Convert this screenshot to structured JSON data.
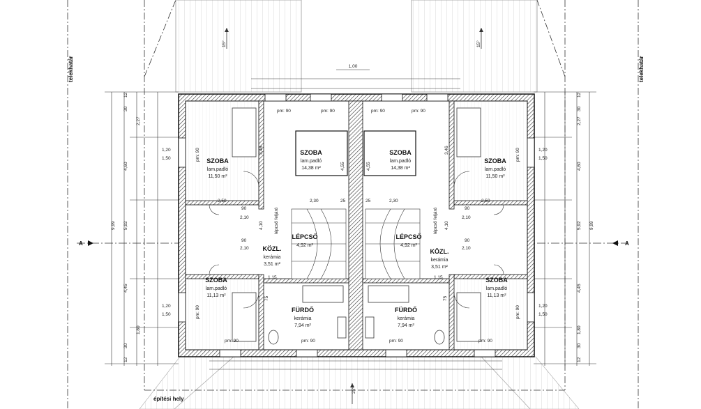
{
  "labels": {
    "property_line": "telekhatár",
    "building_area": "építési hely",
    "section_mark": "A",
    "roof_angle_15": "15°",
    "roof_angle_25": "25°",
    "pm90": "pm: 90",
    "stair_box": "lépcső feljáró"
  },
  "rooms": {
    "szoba_top_left": {
      "name": "SZOBA",
      "floor": "lam.padló",
      "area": "11,50 m²"
    },
    "szoba_mid_left": {
      "name": "SZOBA",
      "floor": "lam.padló",
      "area": "14,38 m²"
    },
    "szoba_mid_right": {
      "name": "SZOBA",
      "floor": "lam.padló",
      "area": "14,38 m²"
    },
    "szoba_top_right": {
      "name": "SZOBA",
      "floor": "lam.padló",
      "area": "11,50 m²"
    },
    "lepcso_left": {
      "name": "LÉPCSŐ",
      "area": "4,92 m²"
    },
    "lepcso_right": {
      "name": "LÉPCSŐ",
      "area": "4,92 m²"
    },
    "kozl_left": {
      "name": "KÖZL.",
      "floor": "kerámia",
      "area": "3,51 m²"
    },
    "kozl_right": {
      "name": "KÖZL.",
      "floor": "kerámia",
      "area": "3,51 m²"
    },
    "szoba_bot_left": {
      "name": "SZOBA",
      "floor": "lam.padló",
      "area": "11,13 m²"
    },
    "szoba_bot_right": {
      "name": "SZOBA",
      "floor": "lam.padló",
      "area": "11,13 m²"
    },
    "furdo_left": {
      "name": "FÜRDŐ",
      "floor": "kerámia",
      "area": "7,94 m²"
    },
    "furdo_right": {
      "name": "FÜRDŐ",
      "floor": "kerámia",
      "area": "7,94 m²"
    }
  },
  "dimensions": {
    "top_100": "1,00",
    "d120": "1,20",
    "d150": "1,50",
    "d227": "2,27",
    "d460": "4,60",
    "d999": "9,99",
    "d592": "5,92",
    "d445": "4,45",
    "d180": "1,80",
    "d030": "30",
    "d012": "12",
    "d250": "2,50",
    "d230": "2,30",
    "d210": "2,10",
    "d090": "90",
    "d025": "25",
    "d115": "1,15",
    "d075": "75",
    "d346": "3,46",
    "d455": "4,55",
    "d410": "4,10"
  }
}
